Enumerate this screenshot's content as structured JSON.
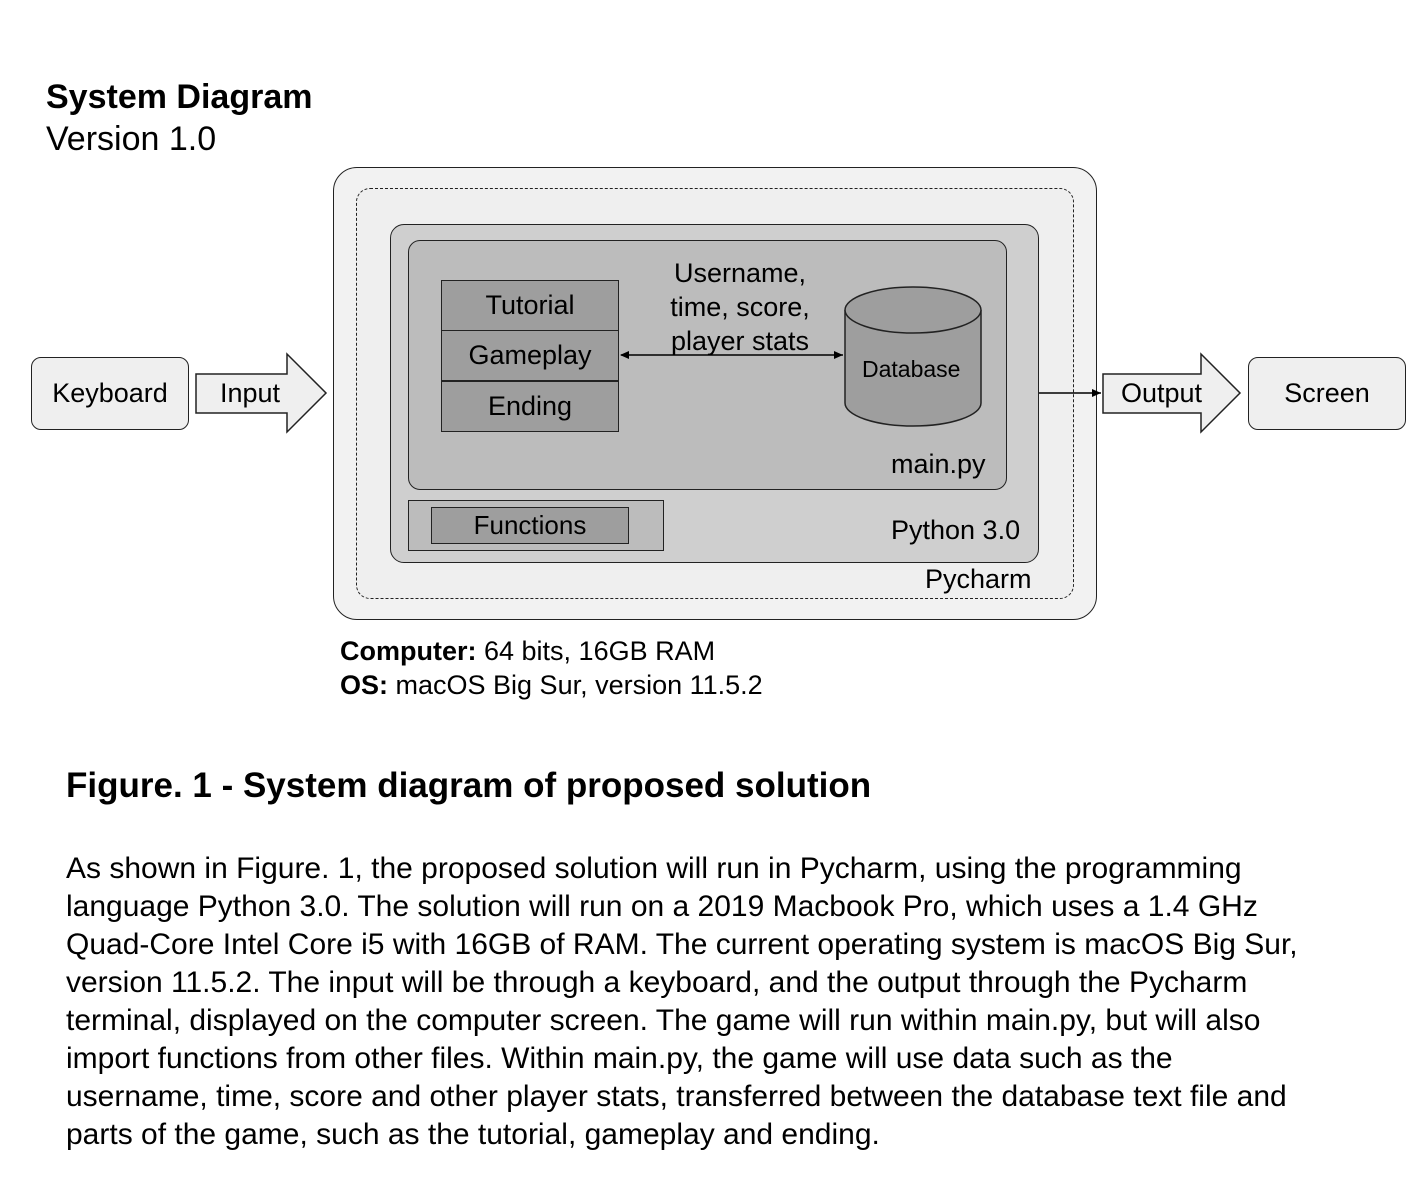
{
  "header": {
    "title": "System Diagram",
    "version": "Version 1.0"
  },
  "diagram": {
    "keyboard": "Keyboard",
    "input_arrow": "Input",
    "output_arrow": "Output",
    "screen": "Screen",
    "modules": [
      "Tutorial",
      "Gameplay",
      "Ending"
    ],
    "data_label_lines": [
      "Username,",
      "time, score,",
      "player stats"
    ],
    "database": "Database",
    "mainpy": "main.py",
    "functions": "Functions",
    "python": "Python 3.0",
    "pycharm": "Pycharm"
  },
  "specs": {
    "computer_label": "Computer:",
    "computer_value": " 64 bits, 16GB RAM",
    "os_label": "OS:",
    "os_value": " macOS Big Sur, version 11.5.2"
  },
  "caption": "Figure. 1 - System diagram of proposed solution",
  "paragraph_lines": [
    "As shown in Figure. 1, the proposed solution will run in Pycharm, using the programming",
    "language Python 3.0. The solution will run on a 2019 Macbook Pro, which uses a 1.4 GHz",
    "Quad-Core Intel Core i5 with 16GB of RAM. The current operating system is macOS Big Sur,",
    "version 11.5.2. The input will be through a keyboard, and the output through the Pycharm",
    "terminal, displayed on the computer screen. The game will run within main.py, but will also",
    "import functions from other files. Within main.py, the game will use data such as the",
    "username, time, score and other player stats, transferred between the database text file and",
    "parts of the game, such as the tutorial, gameplay and ending."
  ]
}
